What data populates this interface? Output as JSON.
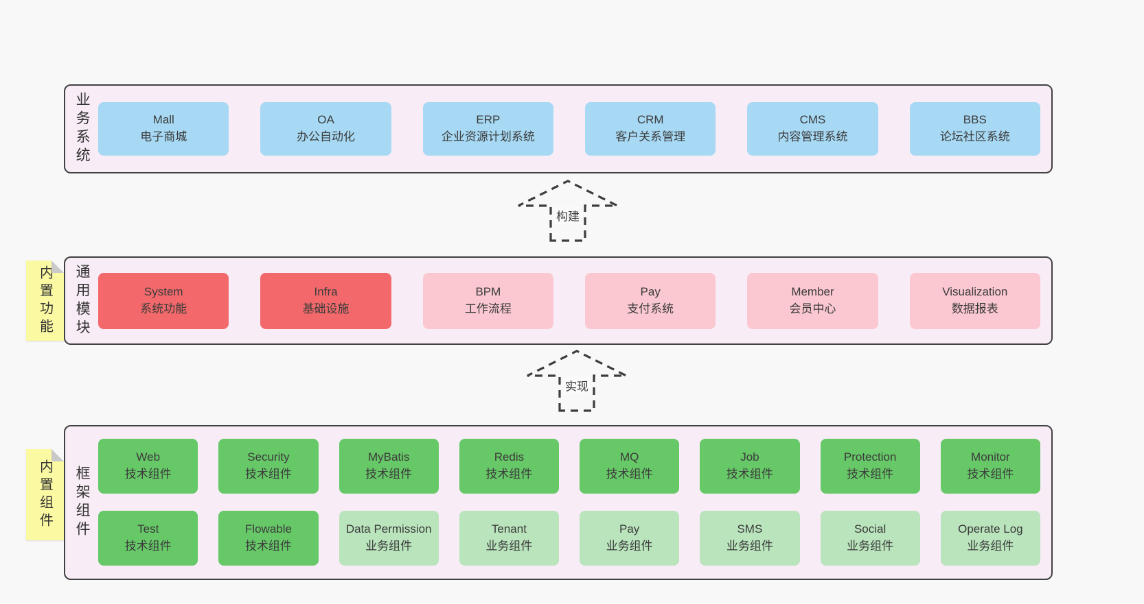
{
  "palette": {
    "page_bg": "#f8f8f8",
    "panel_bg": "#f8ecf6",
    "panel_border": "#414141",
    "blue_box": "#a7d9f4",
    "red_box": "#f3696b",
    "pink_box": "#fbc8d1",
    "green_box": "#67c868",
    "light_green_box": "#b9e4bc",
    "sticky_note": "#fbf9a2",
    "sticky_fold": "#c9c9c9",
    "arrow_stroke": "#3d3d3d",
    "text": "#3b3b3b"
  },
  "arrows": [
    {
      "label": "构建"
    },
    {
      "label": "实现"
    }
  ],
  "sections": [
    {
      "label": "业务系统",
      "boxes": [
        {
          "title": "Mall",
          "subtitle": "电子商城"
        },
        {
          "title": "OA",
          "subtitle": "办公自动化"
        },
        {
          "title": "ERP",
          "subtitle": "企业资源计划系统"
        },
        {
          "title": "CRM",
          "subtitle": "客户关系管理"
        },
        {
          "title": "CMS",
          "subtitle": "内容管理系统"
        },
        {
          "title": "BBS",
          "subtitle": "论坛社区系统"
        }
      ]
    },
    {
      "label": "通用模块",
      "note": "内置功能",
      "boxes": [
        {
          "title": "System",
          "subtitle": "系统功能"
        },
        {
          "title": "Infra",
          "subtitle": "基础设施"
        },
        {
          "title": "BPM",
          "subtitle": "工作流程"
        },
        {
          "title": "Pay",
          "subtitle": "支付系统"
        },
        {
          "title": "Member",
          "subtitle": "会员中心"
        },
        {
          "title": "Visualization",
          "subtitle": "数据报表"
        }
      ]
    },
    {
      "label": "框架组件",
      "note": "内置组件",
      "rows": [
        [
          {
            "title": "Web",
            "subtitle": "技术组件"
          },
          {
            "title": "Security",
            "subtitle": "技术组件"
          },
          {
            "title": "MyBatis",
            "subtitle": "技术组件"
          },
          {
            "title": "Redis",
            "subtitle": "技术组件"
          },
          {
            "title": "MQ",
            "subtitle": "技术组件"
          },
          {
            "title": "Job",
            "subtitle": "技术组件"
          },
          {
            "title": "Protection",
            "subtitle": "技术组件"
          },
          {
            "title": "Monitor",
            "subtitle": "技术组件"
          }
        ],
        [
          {
            "title": "Test",
            "subtitle": "技术组件"
          },
          {
            "title": "Flowable",
            "subtitle": "技术组件"
          },
          {
            "title": "Data Permission",
            "subtitle": "业务组件"
          },
          {
            "title": "Tenant",
            "subtitle": "业务组件"
          },
          {
            "title": "Pay",
            "subtitle": "业务组件"
          },
          {
            "title": "SMS",
            "subtitle": "业务组件"
          },
          {
            "title": "Social",
            "subtitle": "业务组件"
          },
          {
            "title": "Operate Log",
            "subtitle": "业务组件"
          }
        ]
      ]
    }
  ]
}
